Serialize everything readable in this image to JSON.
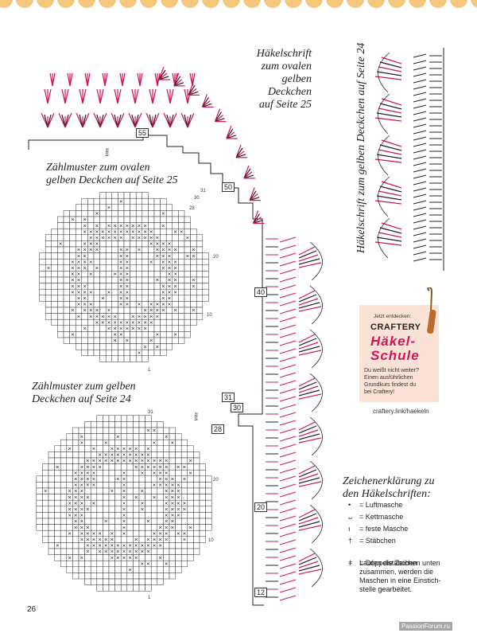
{
  "decor": {
    "border_color": "#f5c77a",
    "pink": "#d4145a",
    "ink": "#222222"
  },
  "headings": {
    "oval_edge": [
      "Häkelschrift",
      "zum ovalen",
      "gelben Deckchen",
      "auf Seite 25"
    ],
    "yellow_edge_vertical": "Häkelschrift zum gelben Deckchen auf Seite 24",
    "oval_chart": [
      "Zählmuster zum ovalen",
      "gelben Deckchen auf Seite 25"
    ],
    "yellow_chart": [
      "Zählmuster zum gelben",
      "Deckchen auf Seite 24"
    ]
  },
  "oval_chart_rows": {
    "top": "31",
    "r30": "30",
    "r28": "28",
    "r20": "20",
    "r10": "10",
    "bottom": "1"
  },
  "yellow_chart_rows": {
    "top": "31",
    "r20": "20",
    "r10": "10",
    "bottom": "1"
  },
  "edge_labels": {
    "l55": "55",
    "l50": "50",
    "l40": "40",
    "l31": "31",
    "l30": "30",
    "l28": "28",
    "l20": "20",
    "l12": "12",
    "mitte": "Mitte"
  },
  "ad": {
    "kicker": "Jetzt entdecken:",
    "brand": "CRAFTERY",
    "title_line1": "Häkel-",
    "title_line2": "Schule",
    "body": [
      "Du weißt nicht weiter?",
      "Einen ausführlichen",
      "Grundkurs findest du",
      "bei Craftery!"
    ],
    "link": "craftery.link/haekeln"
  },
  "legend": {
    "title": [
      "Zeichenerklärung zu",
      "den Häkelschriften:"
    ],
    "items": [
      {
        "symbol": "•",
        "label": "= Luftmasche"
      },
      {
        "symbol": "ᴗ",
        "label": "= Kettmasche"
      },
      {
        "symbol": "ı",
        "label": "= feste Masche"
      },
      {
        "symbol": "†",
        "label": "= Stäbchen"
      },
      {
        "symbol": "ǂ",
        "label": "= Doppelstäbchen"
      }
    ],
    "note": [
      "Laufen die Zeichen unten",
      "zusammen, werden die",
      "Maschen in eine Einstich-",
      "stelle gearbeitet."
    ]
  },
  "page_number": "26",
  "watermark": "PassionForum.ru"
}
